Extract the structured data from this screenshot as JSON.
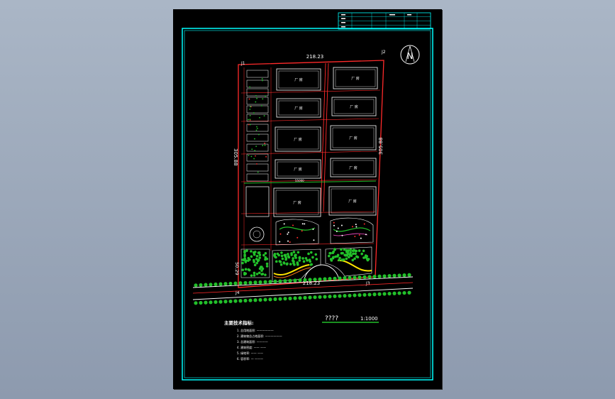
{
  "drawing": {
    "dimensions": {
      "top": "218.23",
      "bottom": "218.23",
      "left": "305.88",
      "right": "305.88",
      "left_lower": "50.29"
    },
    "corner_labels": [
      "J1",
      "J2",
      "J3",
      "J4"
    ],
    "north_symbol": "N",
    "building_label": "厂 房",
    "center_dim": "55000",
    "scale_title": "????",
    "scale_ratio": "1:1000",
    "indicators_title": "主要技术指标:",
    "indicators": [
      "1. 总用地面积:  ——————",
      "2. 建筑物总占地面积:  ——————",
      "3. 总建筑面积:  ————",
      "4. 建筑密度:  —— ——",
      "5. 绿地率:  —— ——",
      "6. 容积率:  — ———"
    ],
    "title_block_rows": 4
  },
  "colors": {
    "background": "#8d9aae",
    "sheet": "#000000",
    "frame": "#00ffff",
    "boundary": "#ff2a2a",
    "lines": "#ffffff",
    "green": "#22c02a",
    "dim_text": "#ffffff",
    "yellow": "#ffe400"
  }
}
